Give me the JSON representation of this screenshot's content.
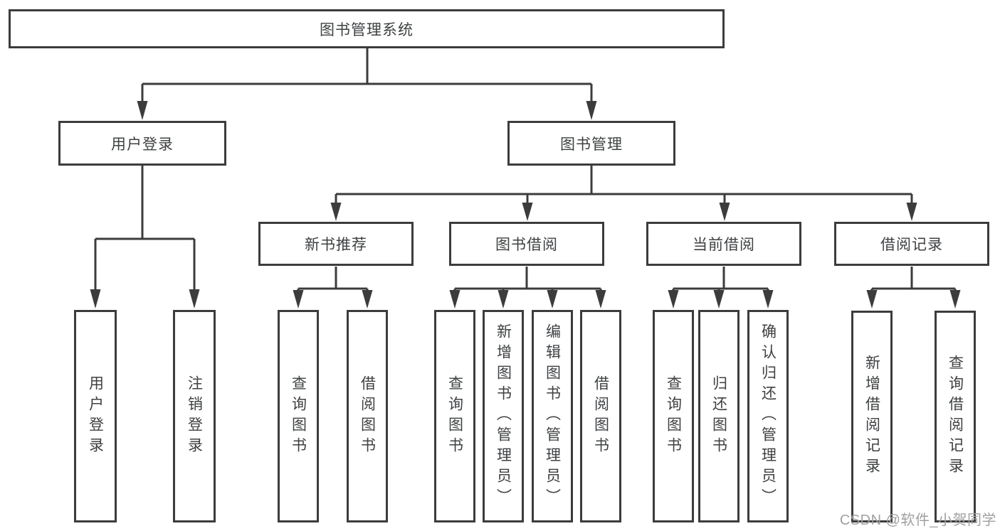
{
  "diagram_title": "图书管理系统",
  "watermark": {
    "text": "CSDN @软件_小贺同学"
  },
  "colors": {
    "line": "#3c3c3c",
    "text": "#3e4042",
    "watermark": "#a0a0a0",
    "background": "#ffffff"
  },
  "tree": {
    "root": {
      "label": "图书管理系统",
      "children": [
        {
          "label": "用户登录",
          "children": [
            {
              "label": "用户登录"
            },
            {
              "label": "注销登录"
            }
          ]
        },
        {
          "label": "图书管理",
          "children": [
            {
              "label": "新书推荐",
              "children": [
                {
                  "label": "查询图书"
                },
                {
                  "label": "借阅图书"
                }
              ]
            },
            {
              "label": "图书借阅",
              "children": [
                {
                  "label": "查询图书"
                },
                {
                  "label": "新增图书（管理员）"
                },
                {
                  "label": "编辑图书（管理员）"
                },
                {
                  "label": "借阅图书"
                }
              ]
            },
            {
              "label": "当前借阅",
              "children": [
                {
                  "label": "查询图书"
                },
                {
                  "label": "归还图书"
                },
                {
                  "label": "确认归还（管理员）"
                }
              ]
            },
            {
              "label": "借阅记录",
              "children": [
                {
                  "label": "新增借阅记录"
                },
                {
                  "label": "查询借阅记录"
                }
              ]
            }
          ]
        }
      ]
    }
  }
}
